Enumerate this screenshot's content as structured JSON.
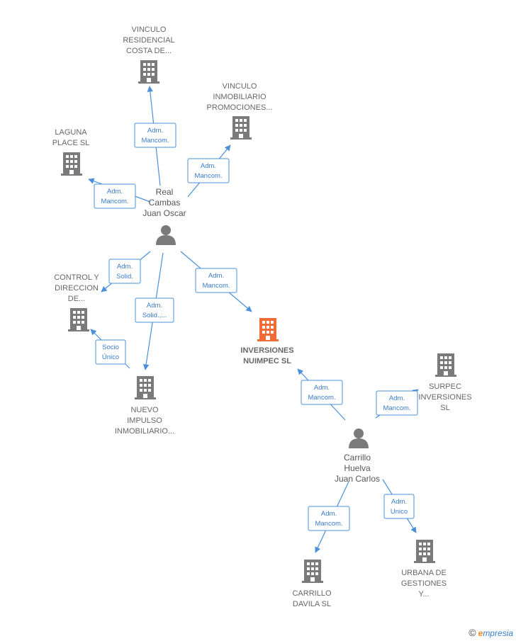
{
  "colors": {
    "edge": "#4a90d9",
    "company": "#7a7a7a",
    "focus": "#f26a36",
    "person": "#7a7a7a"
  },
  "nodes": [
    {
      "id": "vinculo-residencial",
      "kind": "company",
      "lines": [
        "VINCULO",
        "RESIDENCIAL",
        "COSTA DE..."
      ]
    },
    {
      "id": "vinculo-inmobiliario",
      "kind": "company",
      "lines": [
        "VINCULO",
        "INMOBILIARIO",
        "PROMOCIONES..."
      ]
    },
    {
      "id": "laguna-place",
      "kind": "company",
      "lines": [
        "LAGUNA",
        "PLACE  SL"
      ]
    },
    {
      "id": "real-cambas",
      "kind": "person",
      "lines": [
        "Real",
        "Cambas",
        "Juan Oscar"
      ]
    },
    {
      "id": "control-direccion",
      "kind": "company",
      "lines": [
        "CONTROL Y",
        "DIRECCION",
        "DE..."
      ]
    },
    {
      "id": "inversiones-nuimpec",
      "kind": "focus",
      "lines": [
        "INVERSIONES",
        "NUIMPEC  SL"
      ]
    },
    {
      "id": "nuevo-impulso",
      "kind": "company",
      "lines": [
        "NUEVO",
        "IMPULSO",
        "INMOBILIARIO..."
      ]
    },
    {
      "id": "surpec-inversiones",
      "kind": "company",
      "lines": [
        "SURPEC",
        "INVERSIONES",
        "SL"
      ]
    },
    {
      "id": "carrillo-huelva",
      "kind": "person",
      "lines": [
        "Carrillo",
        "Huelva",
        "Juan Carlos"
      ]
    },
    {
      "id": "carrillo-davila",
      "kind": "company",
      "lines": [
        "CARRILLO",
        "DAVILA SL"
      ]
    },
    {
      "id": "urbana-gestiones",
      "kind": "company",
      "lines": [
        "URBANA DE",
        "GESTIONES",
        "Y..."
      ]
    }
  ],
  "edges": [
    {
      "id": "e1",
      "lines": [
        "Adm.",
        "Mancom."
      ]
    },
    {
      "id": "e2",
      "lines": [
        "Adm.",
        "Mancom."
      ]
    },
    {
      "id": "e3",
      "lines": [
        "Adm.",
        "Mancom."
      ]
    },
    {
      "id": "e4",
      "lines": [
        "Adm.",
        "Solid."
      ]
    },
    {
      "id": "e5",
      "lines": [
        "Adm.",
        "Solid.,..."
      ]
    },
    {
      "id": "e6",
      "lines": [
        "Adm.",
        "Mancom."
      ]
    },
    {
      "id": "e7",
      "lines": [
        "Socio",
        "Único"
      ]
    },
    {
      "id": "e8",
      "lines": [
        "Adm.",
        "Mancom."
      ]
    },
    {
      "id": "e9",
      "lines": [
        "Adm.",
        "Mancom."
      ]
    },
    {
      "id": "e10",
      "lines": [
        "Adm.",
        "Mancom."
      ]
    },
    {
      "id": "e11",
      "lines": [
        "Adm.",
        "Unico"
      ]
    }
  ],
  "footer": {
    "copyright": "©",
    "brand_first": "e",
    "brand_rest": "mpresia"
  }
}
